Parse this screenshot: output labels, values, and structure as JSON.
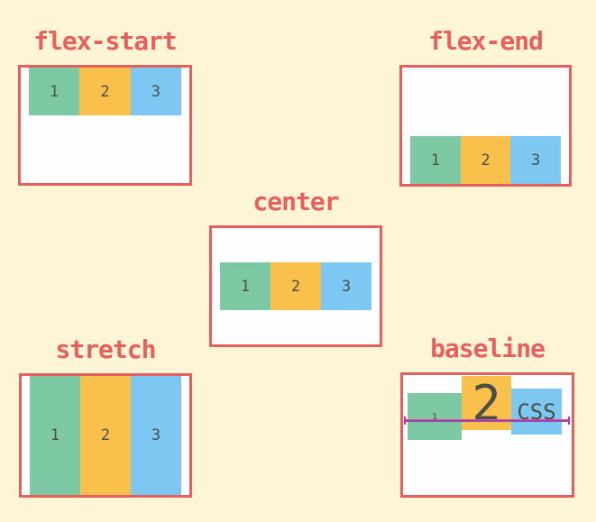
{
  "theme": {
    "page-bg": "#fdf5d6",
    "panel-bg": "#fefefe",
    "border-red": "#e5605c",
    "title-red": "#e8605c",
    "item-green": "#7dc9a3",
    "item-orange": "#f9c04c",
    "item-blue": "#7dc7f3",
    "item-text": "#4a4f48",
    "baseline-line": "#c52f9e"
  },
  "panels": [
    {
      "title": "flex-start",
      "items": [
        "1",
        "2",
        "3"
      ]
    },
    {
      "title": "flex-end",
      "items": [
        "1",
        "2",
        "3"
      ]
    },
    {
      "title": "center",
      "items": [
        "1",
        "2",
        "3"
      ]
    },
    {
      "title": "stretch",
      "items": [
        "1",
        "2",
        "3"
      ]
    },
    {
      "title": "baseline",
      "items": [
        "1",
        "2",
        "CSS"
      ]
    }
  ]
}
